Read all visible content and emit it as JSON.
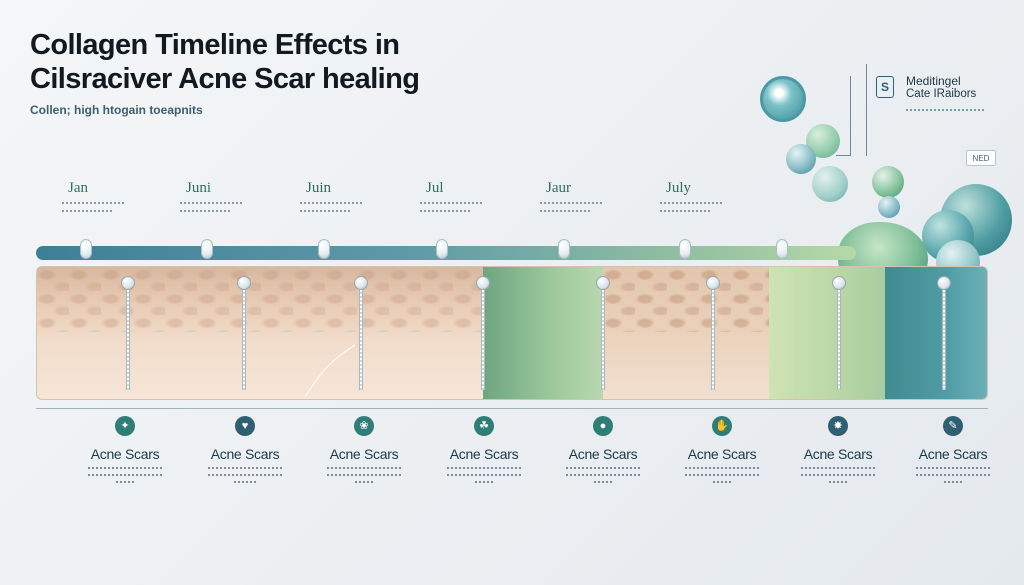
{
  "title_line1": "Collagen Timeline Effects in",
  "title_line2": "Cilsraciver Acne Scar healing",
  "subtitle": "Collen; high htogain toeapnits",
  "legend": {
    "badge": "S",
    "title": "Meditingel",
    "subtitle": "Cate IRaibors"
  },
  "tag": "NED",
  "months": [
    "Jan",
    "Juni",
    "Juin",
    "Jul",
    "Jaur",
    "July"
  ],
  "items": [
    {
      "label": "Acne Scars",
      "icon": "leaf-icon"
    },
    {
      "label": "Acne Scars",
      "icon": "heart-icon"
    },
    {
      "label": "Acne Scars",
      "icon": "herb-icon"
    },
    {
      "label": "Acne Scars",
      "icon": "sprout-icon"
    },
    {
      "label": "Acne Scars",
      "icon": "drop-icon"
    },
    {
      "label": "Acne Scars",
      "icon": "hand-icon"
    },
    {
      "label": "Acne Scars",
      "icon": "molecule-icon"
    },
    {
      "label": "Acne Scars",
      "icon": "brush-icon"
    }
  ],
  "colors": {
    "accent_teal": "#2f7d77",
    "accent_green": "#8dbd95",
    "skin": "#e7cab3",
    "deep_teal": "#3f8b8f"
  }
}
